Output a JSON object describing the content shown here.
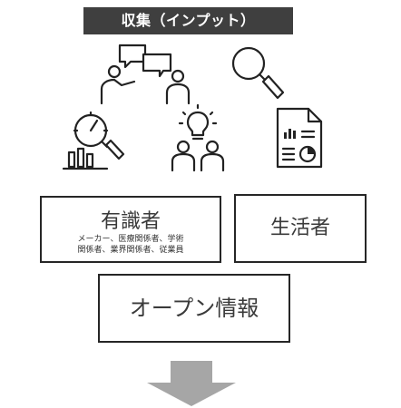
{
  "header": {
    "title": "収集（インプット）"
  },
  "boxes": {
    "experts": {
      "title": "有識者",
      "sub_line1": "メーカー、医療関係者、学術",
      "sub_line2": "関係者、業界関係者、従業員"
    },
    "consumers": {
      "title": "生活者"
    },
    "open_info": {
      "title": "オープン情報"
    }
  },
  "icons": [
    "discussion-people-icon",
    "magnifier-icon",
    "gauge-analysis-icon",
    "idea-team-icon",
    "report-document-icon",
    "down-arrow-icon"
  ]
}
